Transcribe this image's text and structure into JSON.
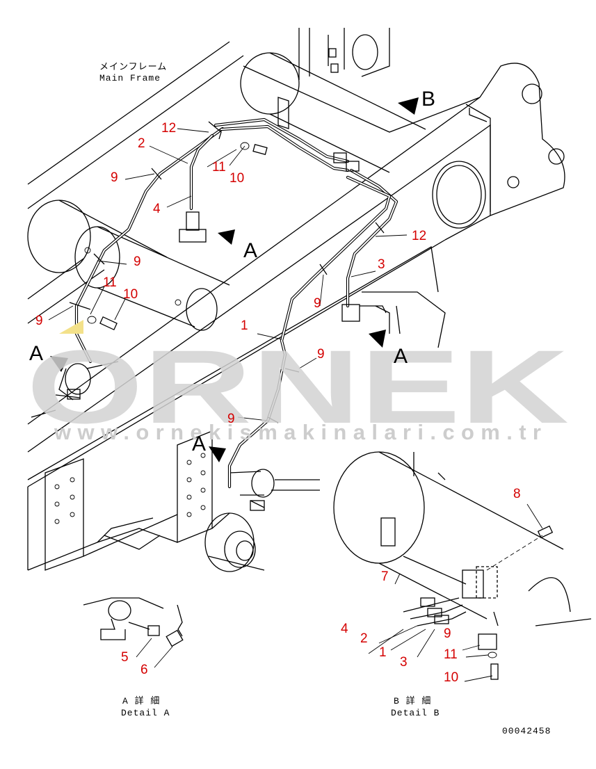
{
  "drawing": {
    "main_frame_jp": "メインフレーム",
    "main_frame_en": "Main Frame",
    "view_b": "B",
    "view_a_mid": "A",
    "view_a_right": "A",
    "view_a_left": "A",
    "view_a_low": "A",
    "detail_a_jp": "A 詳 細",
    "detail_a_en": "Detail A",
    "detail_b_jp": "B 詳 細",
    "detail_b_en": "Detail B",
    "drawing_number": "00042458"
  },
  "watermark": {
    "brand": "ORNEK",
    "url": "www.ornekismakinalari.com.tr"
  },
  "callouts": {
    "c12_top": "12",
    "c2": "2",
    "c11_top": "11",
    "c10_top": "10",
    "c9_top": "9",
    "c4": "4",
    "c12_right": "12",
    "c3": "3",
    "c9_clamp": "9",
    "c11_left": "11",
    "c10_left": "10",
    "c9_left": "9",
    "c9_mid": "9",
    "c1": "1",
    "c9_low": "9",
    "c9_bottom": "9",
    "c5": "5",
    "c6": "6",
    "c8": "8",
    "c7": "7",
    "d4": "4",
    "d2": "2",
    "d1": "1",
    "d3": "3",
    "d9": "9",
    "d11": "11",
    "d10": "10"
  }
}
